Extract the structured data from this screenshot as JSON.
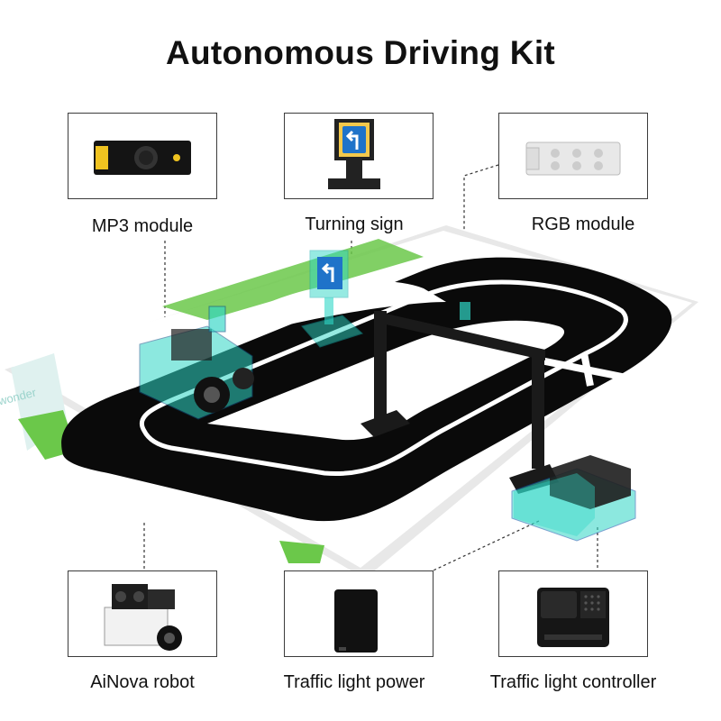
{
  "title": "Autonomous Driving Kit",
  "components": {
    "mp3": {
      "label": "MP3 module"
    },
    "turning_sign": {
      "label": "Turning sign"
    },
    "rgb": {
      "label": "RGB module"
    },
    "robot": {
      "label": "AiNova robot"
    },
    "power": {
      "label": "Traffic light power"
    },
    "controller": {
      "label": "Traffic light controller"
    }
  },
  "mat_brand_text": "wonder",
  "colors": {
    "track": "#0a0a0a",
    "mat_green": "#6bc84a",
    "accent_cyan": "#2fd7c6",
    "sign_blue": "#1f73c9"
  }
}
